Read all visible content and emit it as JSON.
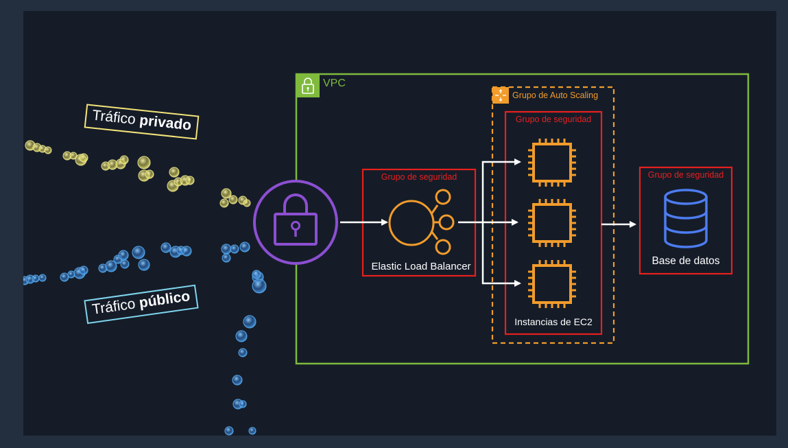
{
  "traffic": {
    "private": {
      "prefix": "Tráfico ",
      "bold": "privado"
    },
    "public": {
      "prefix": "Tráfico ",
      "bold": "público"
    }
  },
  "vpc": {
    "label": "VPC",
    "icon": "lock-icon"
  },
  "auto_scaling": {
    "label": "Grupo de Auto Scaling",
    "icon": "auto-scaling-icon"
  },
  "security_groups": {
    "elb": "Grupo de seguridad",
    "ec2": "Grupo de seguridad",
    "db": "Grupo de seguridad"
  },
  "elb": {
    "label": "Elastic Load Balancer",
    "icon": "load-balancer-icon"
  },
  "ec2": {
    "label": "Instancias de EC2",
    "icon": "ec2-chip-icon",
    "count": 3
  },
  "db": {
    "label": "Base de datos",
    "icon": "database-icon"
  },
  "gateway": {
    "icon": "padlock-icon"
  },
  "colors": {
    "private_traffic": "#e9e37a",
    "public_traffic": "#4a9ee8",
    "vpc": "#7fba3d",
    "auto_scaling": "#f29c2b",
    "security_group": "#e8201e",
    "elb": "#f29c2b",
    "ec2": "#f29c2b",
    "db": "#4d7cf0",
    "gateway": "#8c4fd1",
    "arrow": "#ffffff"
  }
}
